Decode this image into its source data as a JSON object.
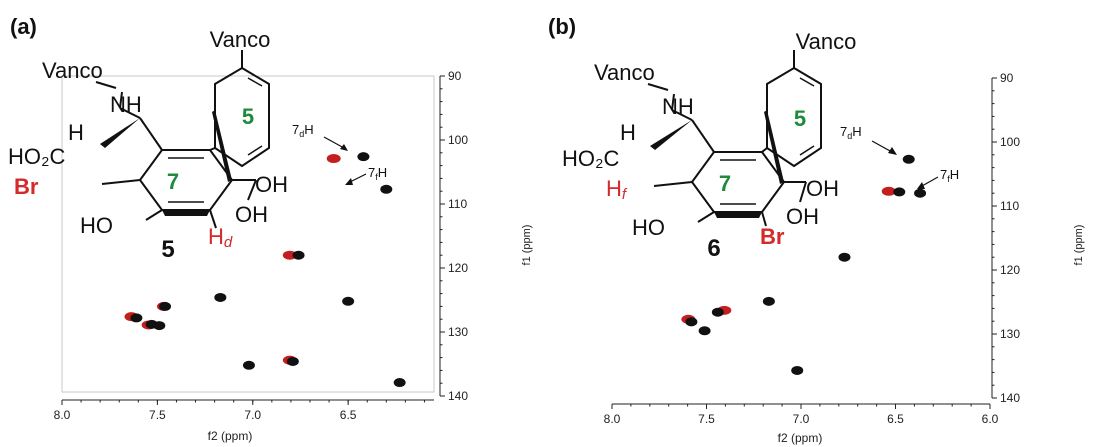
{
  "colors": {
    "black_peak": "#111111",
    "red_peak": "#c41e1e",
    "green_label": "#1e8a3c",
    "frame": "#c9c9c9",
    "axis": "#222222",
    "red_text": "#d42a2a"
  },
  "panels": [
    {
      "panel_label": "(a)",
      "compound_number": "5",
      "ring_labels": [
        "7",
        "5"
      ],
      "structure_text": {
        "vanco_top": "Vanco",
        "vanco_left": "Vanco",
        "nh": "NH",
        "h_alpha": "H",
        "ho2c": "HO₂C",
        "halogen": "Br",
        "oh_a": "OH",
        "oh_b": "OH",
        "ho": "HO",
        "h_red_main": "H",
        "h_red_sub": "d"
      },
      "annotations": [
        {
          "main": "7",
          "sub": "d",
          "tail": "H"
        },
        {
          "main": "7",
          "sub": "f",
          "tail": "H"
        }
      ]
    },
    {
      "panel_label": "(b)",
      "compound_number": "6",
      "ring_labels": [
        "7",
        "5"
      ],
      "structure_text": {
        "vanco_top": "Vanco",
        "vanco_left": "Vanco",
        "nh": "NH",
        "h_alpha": "H",
        "ho2c": "HO₂C",
        "halogen": "Br",
        "oh_a": "OH",
        "oh_b": "OH",
        "ho": "HO",
        "h_red_main": "H",
        "h_red_sub": "f"
      },
      "annotations": [
        {
          "main": "7",
          "sub": "d",
          "tail": "H"
        },
        {
          "main": "7",
          "sub": "f",
          "tail": "H"
        }
      ]
    }
  ],
  "chart_data": [
    {
      "type": "scatter",
      "title": "",
      "xlabel": "f2 (ppm)",
      "ylabel": "f1 (ppm)",
      "xlim": [
        8.0,
        6.05
      ],
      "ylim": [
        140,
        90
      ],
      "xticks": [
        "8.0",
        "7.5",
        "7.0",
        "6.5"
      ],
      "yticks": [
        "90",
        "100",
        "110",
        "120",
        "130",
        "140"
      ],
      "series": [
        {
          "color": "black",
          "points": [
            {
              "x": 6.42,
              "y": 102.6
            },
            {
              "x": 6.3,
              "y": 107.7
            },
            {
              "x": 6.76,
              "y": 118.0
            },
            {
              "x": 7.61,
              "y": 127.8
            },
            {
              "x": 7.53,
              "y": 128.8
            },
            {
              "x": 7.46,
              "y": 126.0
            },
            {
              "x": 7.49,
              "y": 129.0
            },
            {
              "x": 7.17,
              "y": 124.6
            },
            {
              "x": 7.02,
              "y": 135.2
            },
            {
              "x": 6.79,
              "y": 134.6
            },
            {
              "x": 6.5,
              "y": 125.2
            },
            {
              "x": 6.23,
              "y": 137.9
            }
          ]
        },
        {
          "color": "red",
          "points": [
            {
              "x": 6.56,
              "y": 102.9
            },
            {
              "x": 6.79,
              "y": 118.0
            },
            {
              "x": 7.62,
              "y": 127.6
            },
            {
              "x": 7.53,
              "y": 128.9
            },
            {
              "x": 7.45,
              "y": 126.0
            },
            {
              "x": 6.79,
              "y": 134.4
            }
          ]
        }
      ]
    },
    {
      "type": "scatter",
      "title": "",
      "xlabel": "f2 (ppm)",
      "ylabel": "f1 (ppm)",
      "xlim": [
        8.0,
        6.0
      ],
      "ylim": [
        140,
        90
      ],
      "xticks": [
        "8.0",
        "7.5",
        "7.0",
        "6.5",
        "6.0"
      ],
      "yticks": [
        "90",
        "100",
        "110",
        "120",
        "130",
        "140"
      ],
      "series": [
        {
          "color": "black",
          "points": [
            {
              "x": 6.43,
              "y": 102.7
            },
            {
              "x": 6.37,
              "y": 108.0
            },
            {
              "x": 6.48,
              "y": 107.8
            },
            {
              "x": 6.77,
              "y": 118.0
            },
            {
              "x": 7.58,
              "y": 128.1
            },
            {
              "x": 7.51,
              "y": 129.5
            },
            {
              "x": 7.44,
              "y": 126.6
            },
            {
              "x": 7.17,
              "y": 124.9
            },
            {
              "x": 7.02,
              "y": 135.7
            }
          ]
        },
        {
          "color": "red",
          "points": [
            {
              "x": 6.52,
              "y": 107.7
            },
            {
              "x": 7.58,
              "y": 127.7
            },
            {
              "x": 7.39,
              "y": 126.3
            }
          ]
        }
      ]
    }
  ]
}
